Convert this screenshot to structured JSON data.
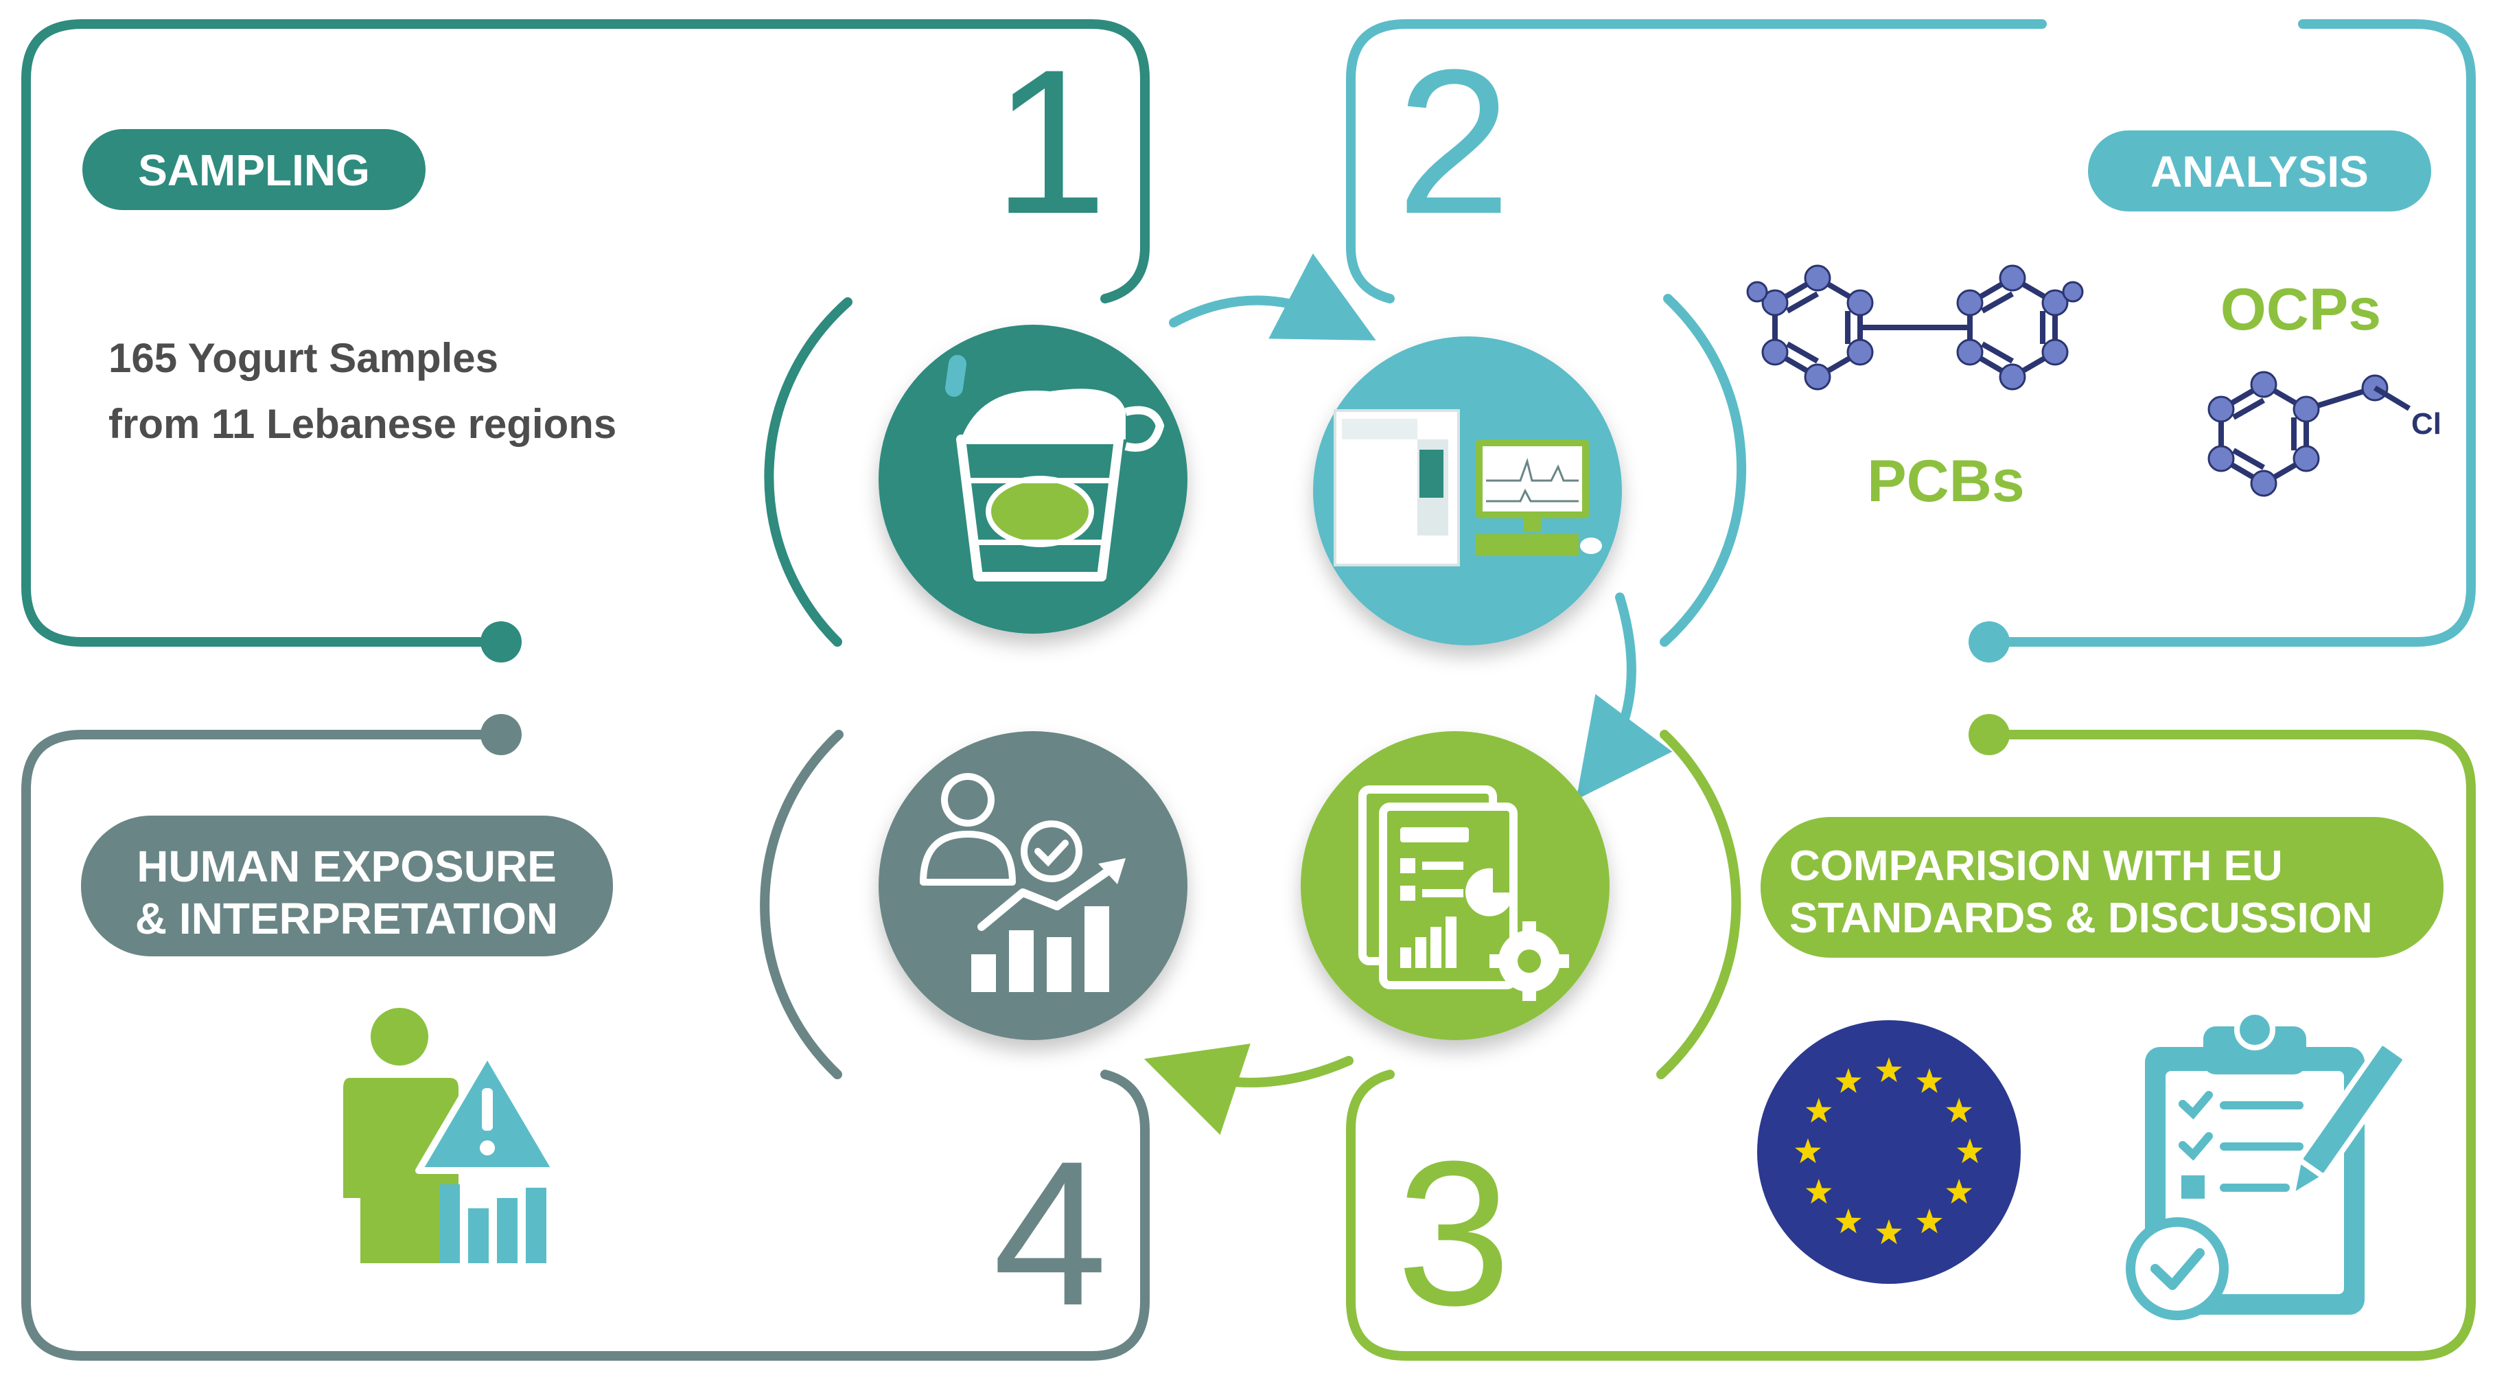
{
  "colors": {
    "teal_dark": "#2e8b7e",
    "teal_light": "#5bbcc8",
    "green": "#8dc03f",
    "slate": "#6a8586",
    "text_dark": "#4d4d4d",
    "eu_blue": "#2b3990",
    "eu_star": "#f5d400"
  },
  "steps": [
    {
      "number": "1",
      "label": "SAMPLING",
      "lines": [
        "165 Yogurt Samples",
        "from 11 Lebanese regions"
      ],
      "icon": "yogurt-cup-icon"
    },
    {
      "number": "2",
      "label": "ANALYSIS",
      "molecule_labels": {
        "pcbs": "PCBs",
        "ocps": "OCPs",
        "chlorine": "Cl"
      },
      "icon": "gc-instrument-icon"
    },
    {
      "number": "3",
      "label_lines": [
        "COMPARISION WITH EU",
        "STANDARDS & DISCUSSION"
      ],
      "icon": "report-gear-icon"
    },
    {
      "number": "4",
      "label_lines": [
        "HUMAN EXPOSURE",
        "& INTERPRETATION"
      ],
      "icon": "person-growth-chart-icon"
    }
  ]
}
